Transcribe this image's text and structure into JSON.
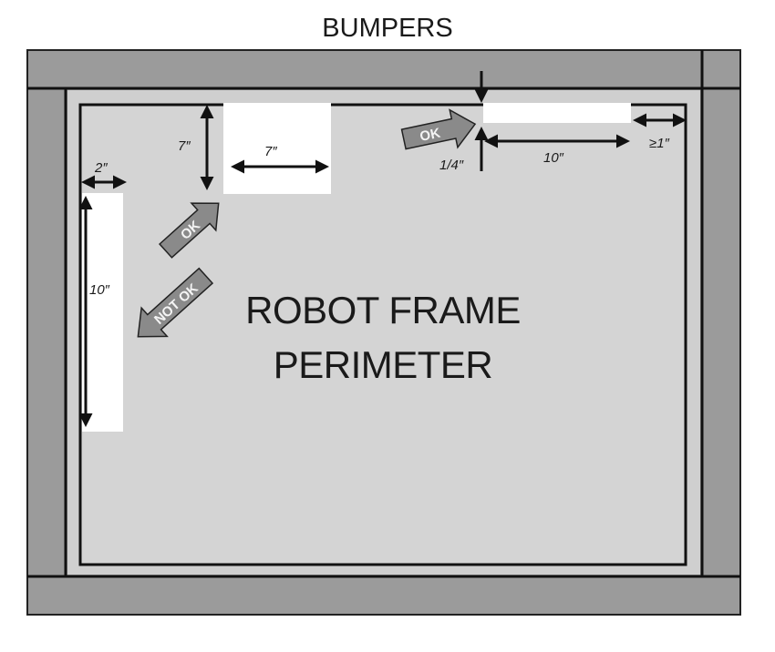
{
  "title": "BUMPERS",
  "center_label": {
    "line1": "ROBOT FRAME",
    "line2": "PERIMETER"
  },
  "dimensions": {
    "notch_depth": "7″",
    "notch_width": "7″",
    "left_gap_width": "2″",
    "left_gap_length": "10″",
    "top_gap_depth": "1/4″",
    "top_gap_length": "10″",
    "corner_min": "≥1″"
  },
  "callouts": {
    "ok_corner": "OK",
    "not_ok": "NOT OK",
    "ok_top": "OK"
  },
  "colors": {
    "bumper": "#9b9b9b",
    "frame": "#d4d4d4",
    "gap": "#ffffff",
    "line": "#111111"
  }
}
